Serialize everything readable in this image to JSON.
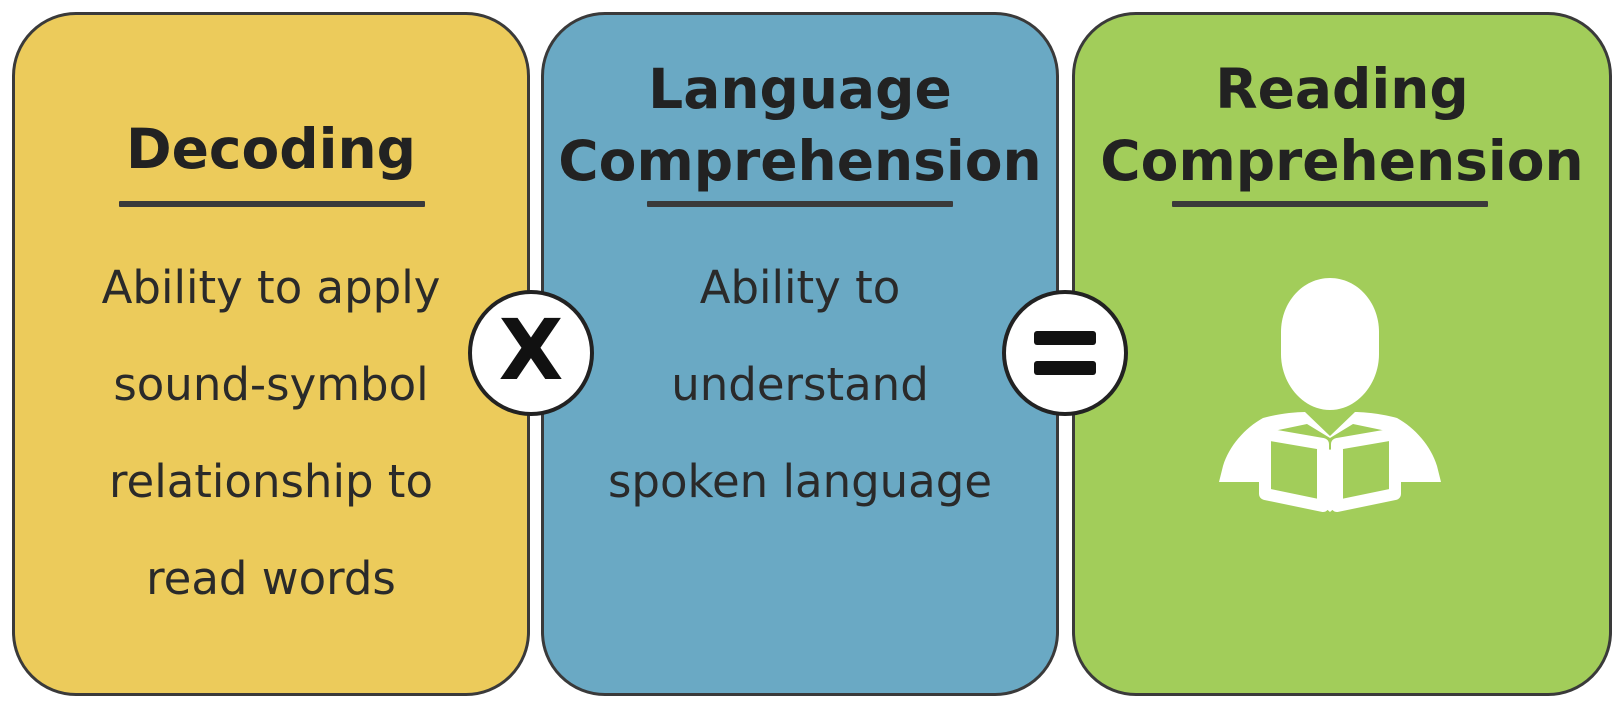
{
  "colors": {
    "decoding_card": "#eccb5b",
    "language_card": "#6aa9c4",
    "reading_card": "#a2cd5a",
    "border": "#3a3a3a",
    "icon": "#ffffff"
  },
  "cards": [
    {
      "title": "Decoding",
      "lines": [
        "Ability to apply",
        "sound-symbol",
        "relationship to",
        "read words"
      ]
    },
    {
      "title": "Language\nComprehension",
      "lines": [
        "Ability to",
        "understand",
        "spoken language"
      ]
    },
    {
      "title": "Reading\nComprehension",
      "icon": "person-reading-book-icon"
    }
  ],
  "operators": {
    "multiply": "X",
    "equals": "equals-icon"
  }
}
